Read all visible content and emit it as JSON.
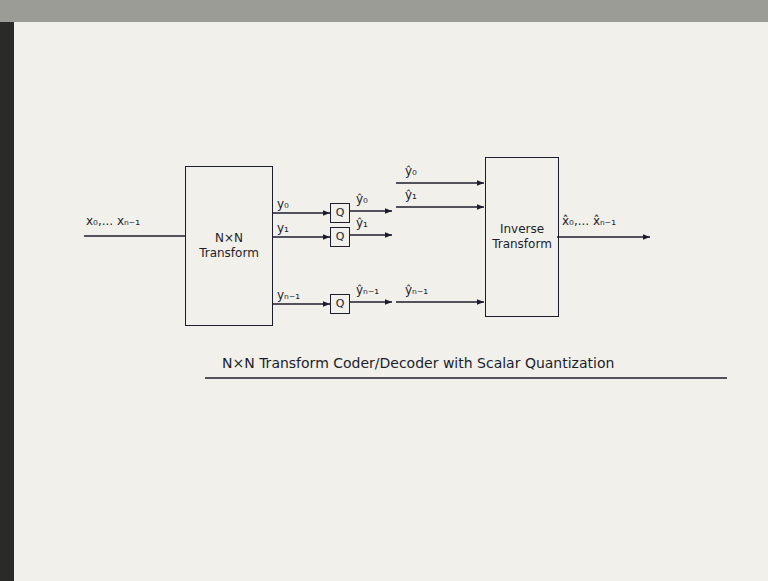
{
  "diagram": {
    "caption": "N×N Transform Coder/Decoder with Scalar Quantization",
    "nodes": [
      {
        "text": [
          "N×N Transform"
        ]
      },
      {
        "text": [
          "Q"
        ]
      },
      {
        "text": [
          "Q"
        ]
      },
      {
        "text": [
          "Q"
        ]
      },
      {
        "text": [
          "Inverse Transform"
        ]
      }
    ],
    "edges": [
      {
        "from": 0,
        "to": 1,
        "arrow": "to",
        "label": "y₀"
      },
      {
        "from": 0,
        "to": 2,
        "arrow": "to",
        "label": "y₁"
      },
      {
        "from": 0,
        "to": 3,
        "arrow": "to",
        "label": "yₙ₋₁"
      }
    ],
    "labels": [
      "x₀,... xₙ₋₁",
      "ŷ₀",
      "ŷ₁",
      "ŷₙ₋₁",
      "ŷ₀",
      "ŷ₁",
      "ŷₙ₋₁",
      "x̂₀,... x̂ₙ₋₁"
    ]
  }
}
